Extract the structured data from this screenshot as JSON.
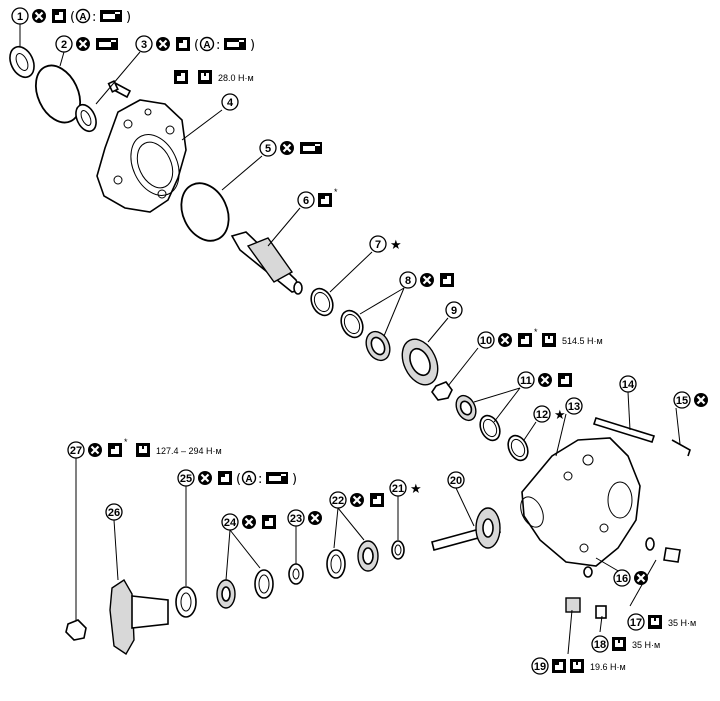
{
  "callouts": [
    {
      "num": "1",
      "tags": "(A : )"
    },
    {
      "num": "2",
      "tags": ""
    },
    {
      "num": "3",
      "tags": "(A : )"
    },
    {
      "num": "4",
      "tags": ""
    },
    {
      "num": "5",
      "tags": ""
    },
    {
      "num": "6",
      "tags": ""
    },
    {
      "num": "7",
      "tags": "★"
    },
    {
      "num": "8",
      "tags": ""
    },
    {
      "num": "9",
      "tags": ""
    },
    {
      "num": "10",
      "tags": ""
    },
    {
      "num": "11",
      "tags": ""
    },
    {
      "num": "12",
      "tags": "★"
    },
    {
      "num": "13",
      "tags": ""
    },
    {
      "num": "14",
      "tags": ""
    },
    {
      "num": "15",
      "tags": ""
    },
    {
      "num": "16",
      "tags": ""
    },
    {
      "num": "17",
      "tags": ""
    },
    {
      "num": "18",
      "tags": ""
    },
    {
      "num": "19",
      "tags": ""
    },
    {
      "num": "20",
      "tags": ""
    },
    {
      "num": "21",
      "tags": "★"
    },
    {
      "num": "22",
      "tags": ""
    },
    {
      "num": "23",
      "tags": ""
    },
    {
      "num": "24",
      "tags": ""
    },
    {
      "num": "25",
      "tags": "(A : )"
    },
    {
      "num": "26",
      "tags": ""
    },
    {
      "num": "27",
      "tags": ""
    }
  ],
  "torques": {
    "t3": "28.0 Н·м",
    "t10": "514.5 Н·м",
    "t17": "35 Н·м",
    "t18": "35 Н·м",
    "t19": "19.6 Н·м",
    "t27": "127.4 – 294 Н·м"
  },
  "icons": {
    "replace": "x-circle-icon",
    "oil": "oil-can-icon",
    "grease": "grease-gun-icon",
    "torque": "wrench-icon",
    "sealant": "sealant-icon"
  }
}
